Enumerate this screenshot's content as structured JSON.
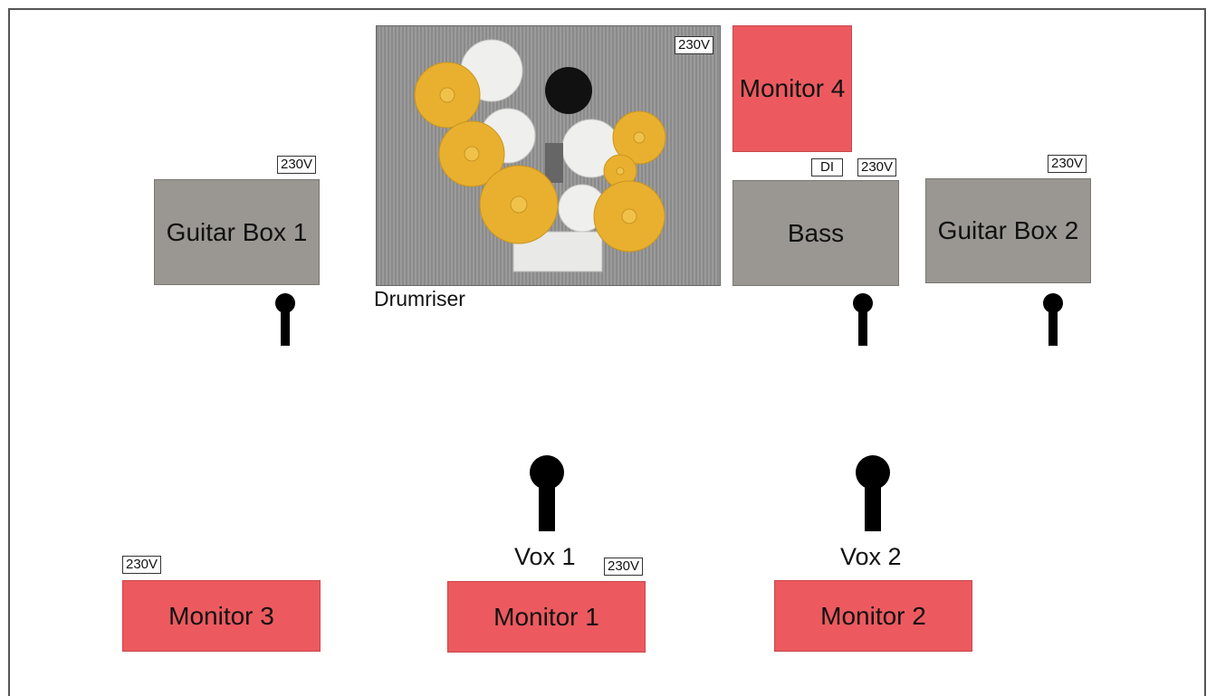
{
  "stage": {
    "drumriser_label": "Drumriser",
    "power_label": "230V",
    "di_label": "DI",
    "amps": {
      "guitar_box_1": "Guitar Box 1",
      "bass": "Bass",
      "guitar_box_2": "Guitar Box 2"
    },
    "monitors": {
      "monitor_1": "Monitor 1",
      "monitor_2": "Monitor 2",
      "monitor_3": "Monitor 3",
      "monitor_4": "Monitor 4"
    },
    "vocals": {
      "vox_1": "Vox 1",
      "vox_2": "Vox 2"
    }
  },
  "colors": {
    "amp": "#9a9792",
    "monitor": "#ec5a5f",
    "cymbal": "#e8b02e",
    "drum_head": "#ececea",
    "riser": "#8f8f8f",
    "mic": "#000000"
  },
  "icons": [
    "microphone-icon",
    "cymbal-icon",
    "drum-icon",
    "power-outlet-icon",
    "di-box-icon"
  ]
}
